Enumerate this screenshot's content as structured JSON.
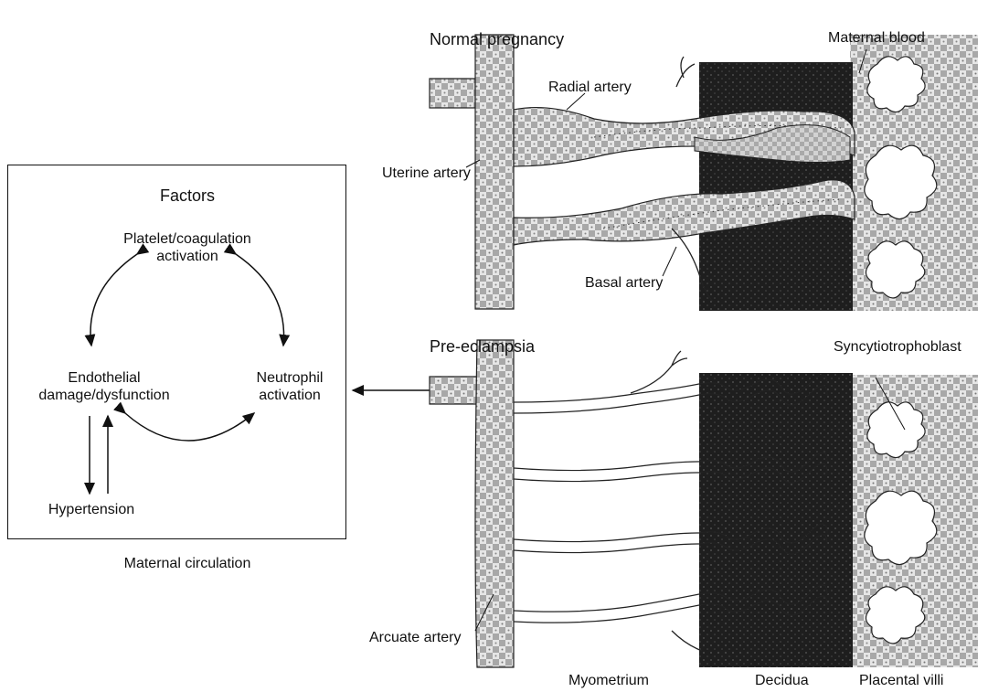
{
  "left_panel": {
    "box_title": "Factors",
    "node_platelet": [
      "Platelet/coagulation",
      "activation"
    ],
    "node_endothelial": [
      "Endothelial",
      "damage/dysfunction"
    ],
    "node_neutrophil": [
      "Neutrophil",
      "activation"
    ],
    "node_hypertension": "Hypertension",
    "caption": "Maternal circulation"
  },
  "top_panel": {
    "title": "Normal pregnancy",
    "maternal_blood": "Maternal blood",
    "radial_artery": "Radial artery",
    "uterine_artery": "Uterine artery",
    "basal_artery": "Basal artery"
  },
  "bottom_panel": {
    "title": "Pre-eclampsia",
    "syncytiotrophoblast": "Syncytiotrophoblast",
    "arcuate_artery": "Arcuate artery"
  },
  "footer": {
    "myometrium": "Myometrium",
    "decidua": "Decidua",
    "placental_villi": "Placental villi"
  }
}
